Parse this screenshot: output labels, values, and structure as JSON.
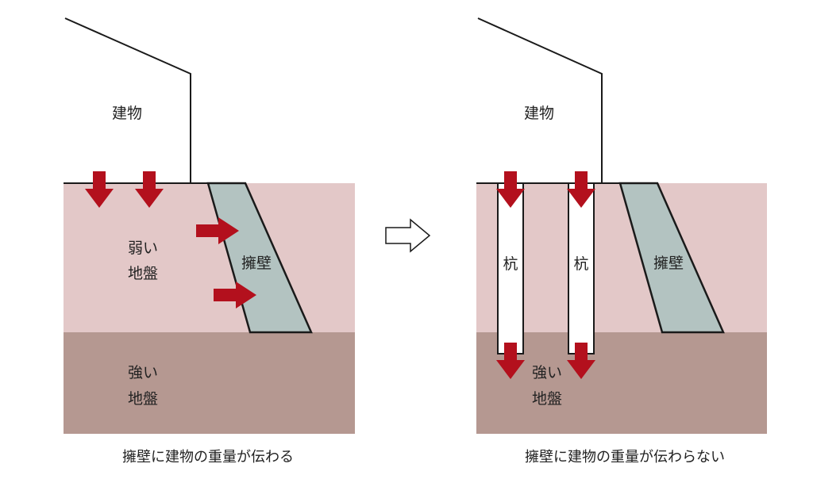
{
  "colors": {
    "weak_ground": "#e3c8c8",
    "strong_ground": "#b59891",
    "retaining_wall": "#b3c3c1",
    "arrow": "#b3101d",
    "line": "#1a1a1a"
  },
  "left_panel": {
    "building_label": "建物",
    "weak_ground_label_1": "弱い",
    "weak_ground_label_2": "地盤",
    "wall_label": "擁壁",
    "strong_ground_label_1": "強い",
    "strong_ground_label_2": "地盤",
    "caption": "擁壁に建物の重量が伝わる"
  },
  "right_panel": {
    "building_label": "建物",
    "pile_label_1": "杭",
    "pile_label_2": "杭",
    "wall_label": "擁壁",
    "strong_ground_label_1": "強い",
    "strong_ground_label_2": "地盤",
    "caption": "擁壁に建物の重量が伝わらない"
  },
  "transition_icon": "right-arrow-outline-icon"
}
